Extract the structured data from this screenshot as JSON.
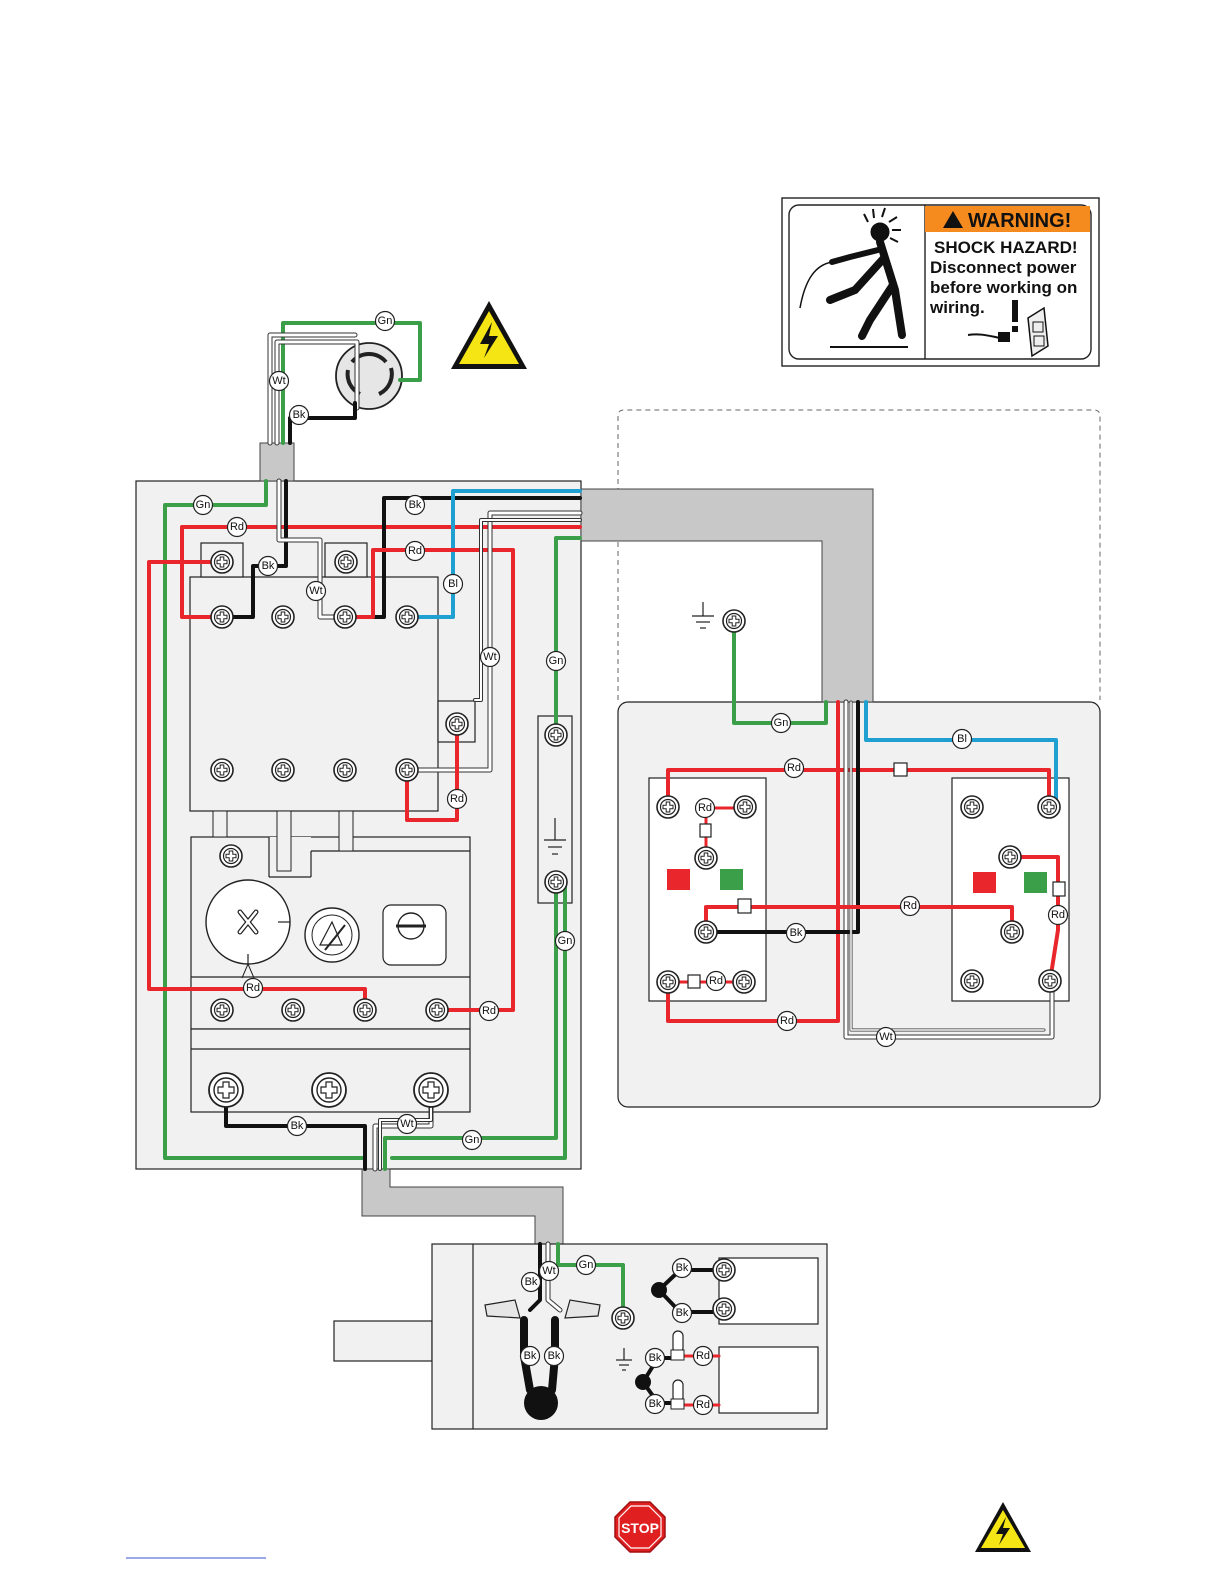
{
  "warning_label": {
    "heading": "WARNING!",
    "line1": "SHOCK HAZARD!",
    "line2": "Disconnect power",
    "line3": "before working on",
    "line4": "wiring."
  },
  "stop_sign": {
    "text": "STOP"
  },
  "wire_labels": {
    "plug_gn": "Gn",
    "plug_wt": "Wt",
    "plug_bk": "Bk",
    "box_gn": "Gn",
    "box_rd1": "Rd",
    "box_bk1": "Bk",
    "box_rd2": "Rd",
    "box_bk2": "Bk",
    "box_wt1": "Wt",
    "box_bl": "Bl",
    "box_wt2": "Wt",
    "box_gn2": "Gn",
    "box_rd3": "Rd",
    "box_gn3": "Gn",
    "box_rd4": "Rd",
    "box_rd5": "Rd",
    "box_bk3": "Bk",
    "box_wt3": "Wt",
    "box_gn4": "Gn",
    "sw_gn": "Gn",
    "sw_bl": "Bl",
    "sw_rd1": "Rd",
    "sw_rd2": "Rd",
    "sw_rd3": "Rd",
    "sw_bk": "Bk",
    "sw_rd4": "Rd",
    "sw_rd5": "Rd",
    "sw_rd6": "Rd",
    "sw_wt": "Wt",
    "mot_gn": "Gn",
    "mot_wt": "Wt",
    "mot_bk1": "Bk",
    "mot_bk2": "Bk",
    "mot_bk3": "Bk",
    "mot_bk4": "Bk",
    "mot_bk5": "Bk",
    "mot_bk6": "Bk",
    "mot_bk7": "Bk",
    "mot_rd1": "Rd",
    "mot_rd2": "Rd"
  },
  "colors": {
    "green": "#3a9f48",
    "red": "#e8262c",
    "black": "#111111",
    "white_wire": "#ffffff",
    "blue": "#1fa0d0",
    "gray": "#c8c8c8",
    "panel": "#f1f1f1",
    "warning_orange": "#f58a1f",
    "hazard_yellow": "#f5e514",
    "stop_red": "#e02020"
  },
  "icons": [
    "shock-hazard-icon",
    "stop-sign-icon",
    "ground-symbol-icon",
    "terminal-screw-icon",
    "twist-lock-plug-icon"
  ]
}
